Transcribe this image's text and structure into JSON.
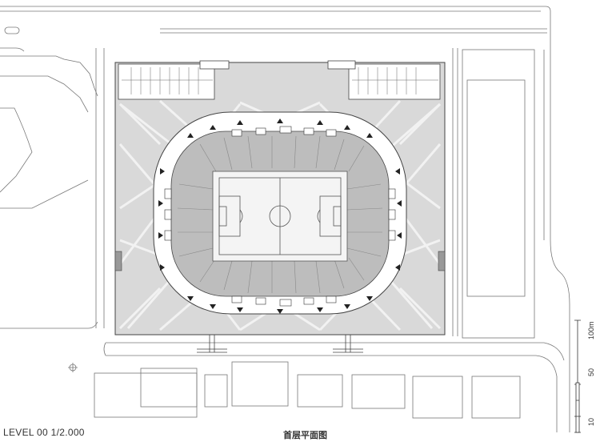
{
  "drawing": {
    "level_label": "LEVEL 00   1/2.000",
    "plan_title": "首层平面图"
  },
  "scale_bar": {
    "labels": [
      "100m",
      "50",
      "10"
    ]
  },
  "colors": {
    "line": "#444444",
    "thin_line": "#777777",
    "plaza_fill": "#d9d9d9",
    "ring_fill": "#ffffff",
    "stand_fill": "#bdbdbd",
    "pitch_fill": "#f4f4f4"
  }
}
